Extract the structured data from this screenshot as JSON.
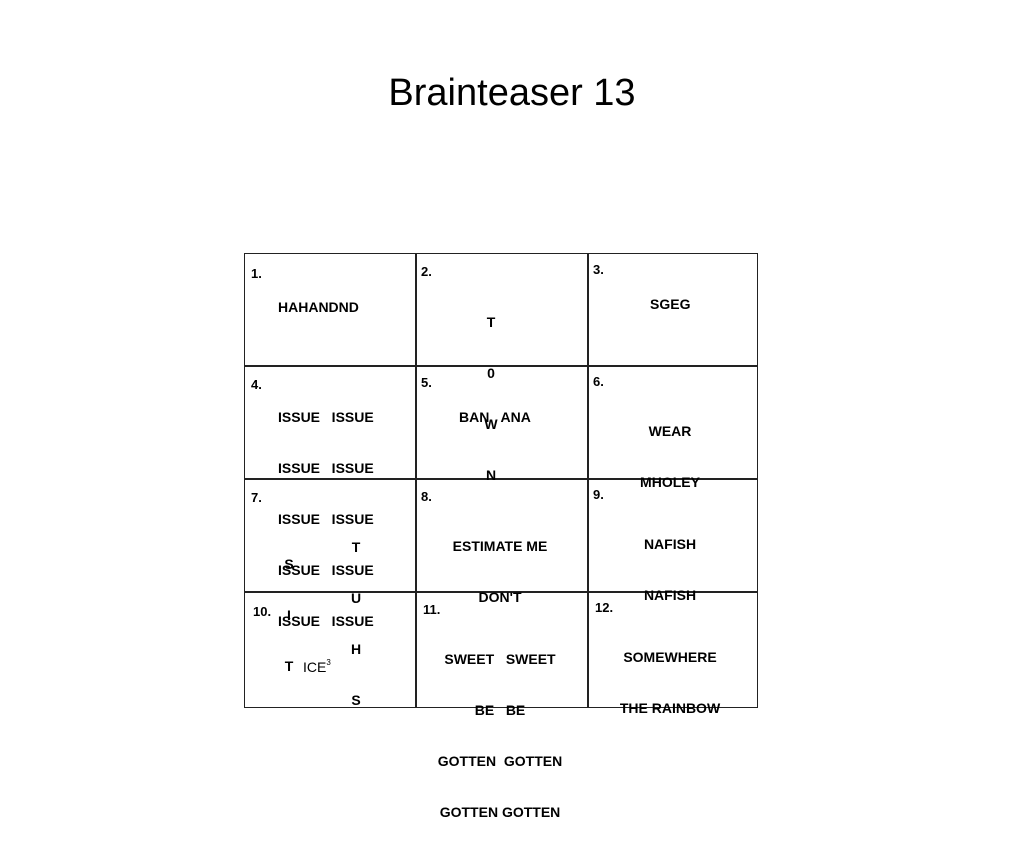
{
  "title": "Brainteaser 13",
  "puzzles": {
    "p1": {
      "number": "1.",
      "text": "HAHANDND"
    },
    "p2": {
      "number": "2.",
      "lines": [
        "T",
        "0",
        "W",
        "N"
      ]
    },
    "p3": {
      "number": "3.",
      "text": "SGEG"
    },
    "p4": {
      "number": "4.",
      "lines": [
        "ISSUE   ISSUE",
        "ISSUE   ISSUE",
        "ISSUE   ISSUE",
        "ISSUE   ISSUE",
        "ISSUE   ISSUE"
      ]
    },
    "p5": {
      "number": "5.",
      "text": "BAN   ANA"
    },
    "p6": {
      "number": "6.",
      "lines": [
        "WEAR",
        "MHOLEY"
      ]
    },
    "p7": {
      "number": "7.",
      "left": [
        "S",
        "I",
        "T"
      ],
      "right": [
        "T",
        "U",
        "H",
        "S"
      ]
    },
    "p8": {
      "number": "8.",
      "lines": [
        "ESTIMATE ME",
        "DON'T"
      ]
    },
    "p9": {
      "number": "9.",
      "lines": [
        "NAFISH",
        "NAFISH"
      ]
    },
    "p10": {
      "number": "10.",
      "base": "ICE",
      "exponent": "3"
    },
    "p11": {
      "number": "11.",
      "lines": [
        "SWEET   SWEET",
        "BE   BE",
        "GOTTEN  GOTTEN",
        "GOTTEN GOTTEN"
      ]
    },
    "p12": {
      "number": "12.",
      "lines": [
        "SOMEWHERE",
        "THE RAINBOW"
      ]
    }
  }
}
